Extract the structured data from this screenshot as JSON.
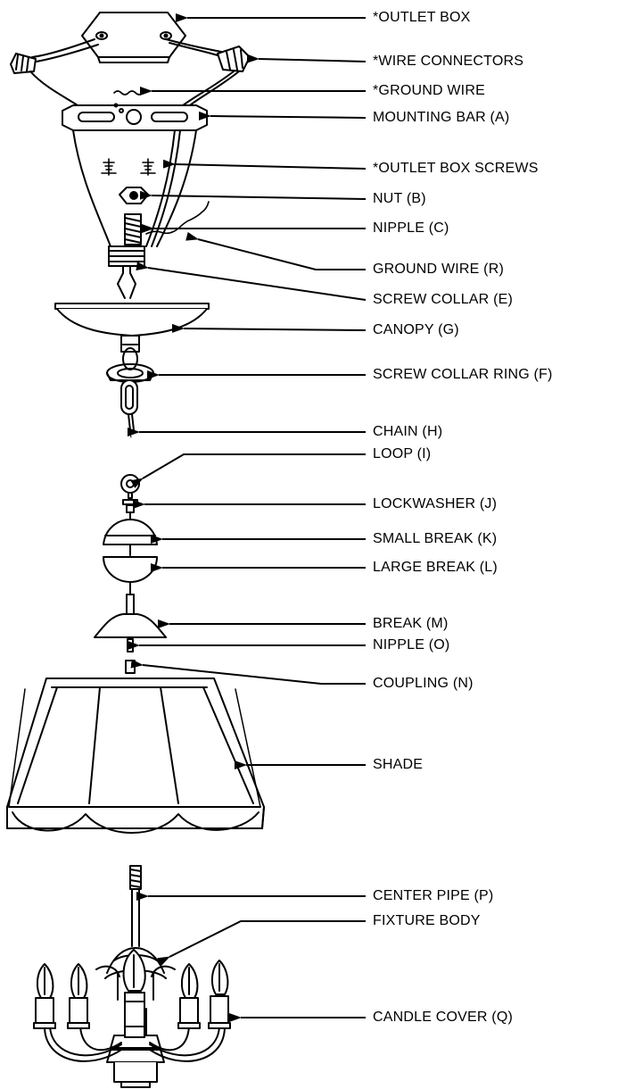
{
  "labels": [
    {
      "id": "outlet-box",
      "text": "*OUTLET BOX"
    },
    {
      "id": "wire-connectors",
      "text": "*WIRE CONNECTORS"
    },
    {
      "id": "ground-wire-top",
      "text": "*GROUND WIRE"
    },
    {
      "id": "mounting-bar",
      "text": "MOUNTING BAR (A)"
    },
    {
      "id": "outlet-box-screws",
      "text": "*OUTLET BOX SCREWS"
    },
    {
      "id": "nut",
      "text": "NUT (B)"
    },
    {
      "id": "nipple-c",
      "text": "NIPPLE (C)"
    },
    {
      "id": "ground-wire-r",
      "text": "GROUND WIRE (R)"
    },
    {
      "id": "screw-collar",
      "text": "SCREW COLLAR (E)"
    },
    {
      "id": "canopy",
      "text": "CANOPY (G)"
    },
    {
      "id": "screw-collar-ring",
      "text": "SCREW COLLAR RING (F)"
    },
    {
      "id": "chain",
      "text": "CHAIN (H)"
    },
    {
      "id": "loop",
      "text": "LOOP (I)"
    },
    {
      "id": "lockwasher",
      "text": "LOCKWASHER (J)"
    },
    {
      "id": "small-break",
      "text": "SMALL BREAK (K)"
    },
    {
      "id": "large-break",
      "text": "LARGE BREAK (L)"
    },
    {
      "id": "break-m",
      "text": "BREAK (M)"
    },
    {
      "id": "nipple-o",
      "text": "NIPPLE (O)"
    },
    {
      "id": "coupling",
      "text": "COUPLING (N)"
    },
    {
      "id": "shade",
      "text": "SHADE"
    },
    {
      "id": "center-pipe",
      "text": "CENTER PIPE (P)"
    },
    {
      "id": "fixture-body",
      "text": "FIXTURE BODY"
    },
    {
      "id": "candle-cover",
      "text": "CANDLE COVER (Q)"
    }
  ]
}
